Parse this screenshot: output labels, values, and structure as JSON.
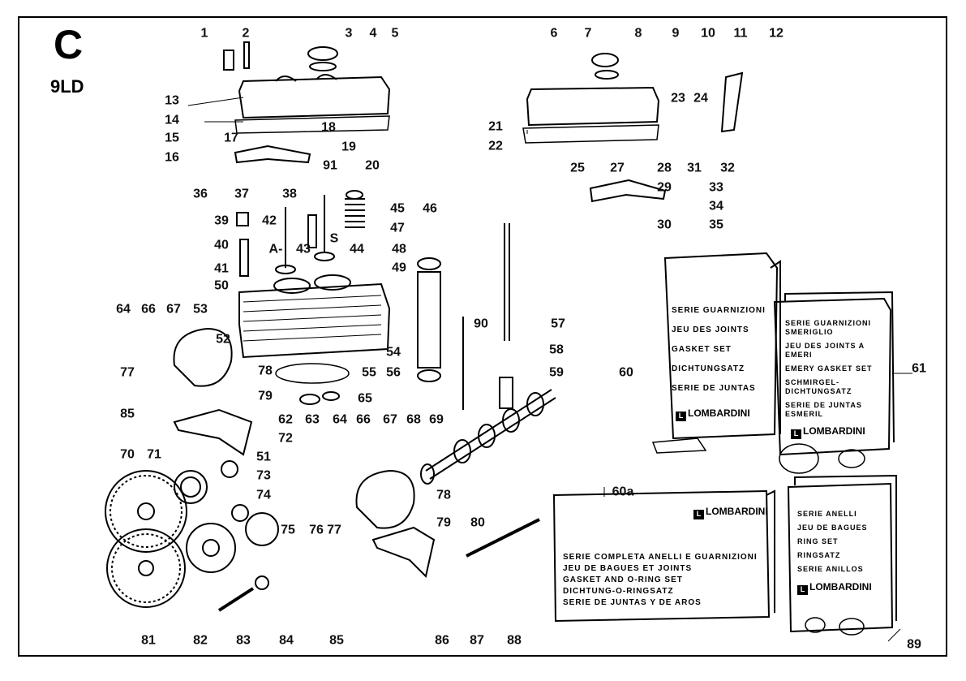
{
  "section": "C",
  "model": "9LD",
  "labels": [
    "1",
    "2",
    "3",
    "4",
    "5",
    "6",
    "7",
    "8",
    "9",
    "10",
    "11",
    "12",
    "13",
    "14",
    "15",
    "16",
    "17",
    "18",
    "19",
    "91",
    "20",
    "36",
    "37",
    "38",
    "39",
    "42",
    "45",
    "47",
    "46",
    "40",
    "43",
    "44",
    "48",
    "49",
    "41",
    "50",
    "A-",
    "S",
    "53",
    "64",
    "66",
    "67",
    "52",
    "77",
    "78",
    "79",
    "62",
    "72",
    "85",
    "51",
    "70",
    "71",
    "73",
    "74",
    "75",
    "76",
    "77",
    "54",
    "55",
    "56",
    "90",
    "57",
    "58",
    "59",
    "63",
    "64",
    "65",
    "66",
    "67",
    "68",
    "69",
    "60",
    "61",
    "60a",
    "78",
    "79",
    "80",
    "81",
    "82",
    "83",
    "84",
    "85",
    "86",
    "87",
    "88",
    "89",
    "21",
    "22",
    "23",
    "24",
    "25",
    "27",
    "28",
    "31",
    "32",
    "29",
    "33",
    "34",
    "30",
    "35"
  ],
  "kits": {
    "kit_60": {
      "lines": [
        "SERIE GUARNIZIONI",
        "JEU DES JOINTS",
        "GASKET SET",
        "DICHTUNGSATZ",
        "SERIE DE JUNTAS"
      ],
      "brand": "LOMBARDINI"
    },
    "kit_61": {
      "lines": [
        "SERIE GUARNIZIONI SMERIGLIO",
        "JEU DES JOINTS A EMERI",
        "EMERY GASKET SET",
        "SCHMIRGEL-DICHTUNGSATZ",
        "SERIE DE JUNTAS ESMERIL"
      ],
      "brand": "LOMBARDINI"
    },
    "kit_60a": {
      "lines": [
        "SERIE COMPLETA ANELLI E GUARNIZIONI",
        "JEU DE BAGUES ET JOINTS",
        "GASKET AND O-RING SET",
        "DICHTUNG-O-RINGSATZ",
        "SERIE DE JUNTAS Y DE AROS"
      ],
      "brand": "LOMBARDINI"
    },
    "kit_89": {
      "lines": [
        "SERIE ANELLI",
        "JEU DE BAGUES",
        "RING SET",
        "RINGSATZ",
        "SERIE ANILLOS"
      ],
      "brand": "LOMBARDINI"
    }
  }
}
